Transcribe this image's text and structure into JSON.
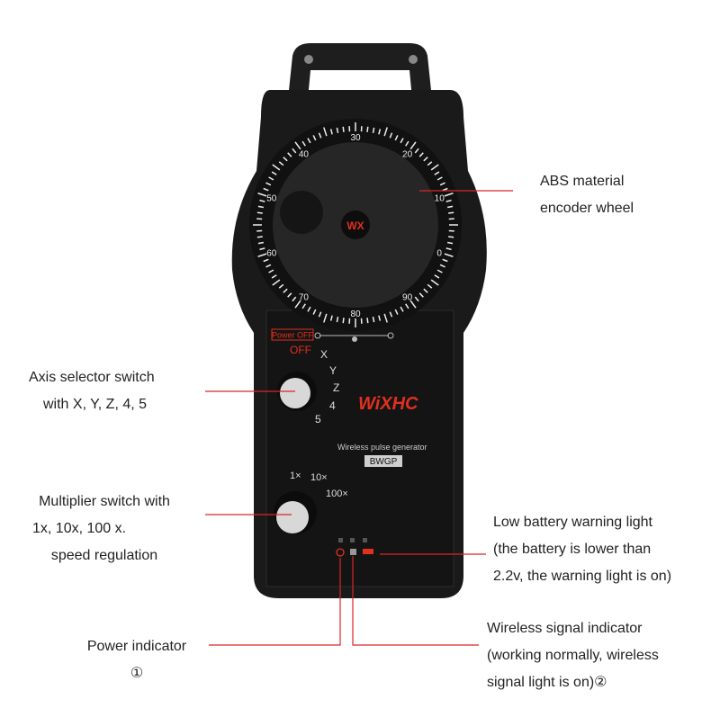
{
  "callouts": {
    "encoder": {
      "line1": "ABS material",
      "line2": "encoder wheel"
    },
    "axis": {
      "line1": "Axis selector switch",
      "line2": "with X, Y, Z, 4, 5"
    },
    "multiplier": {
      "line1": "Multiplier switch with",
      "line2": "1x, 10x, 100 x.",
      "line3": "speed regulation"
    },
    "battery": {
      "line1": "Low battery warning light",
      "line2": "(the battery is lower than",
      "line3": "2.2v, the warning light is on)"
    },
    "signal": {
      "line1": "Wireless signal indicator",
      "line2": "(working normally, wireless",
      "line3": "signal light is on)②"
    },
    "power": {
      "line1": "Power indicator",
      "line2": "①"
    }
  },
  "device": {
    "brand": "WiXHC",
    "brand_hc": "HC",
    "power_off_badge": "Power OFF",
    "off_label": "OFF",
    "axis_positions": [
      "X",
      "Y",
      "Z",
      "4",
      "5"
    ],
    "multiplier_positions": [
      "1×",
      "10×",
      "100×"
    ],
    "product_name": "Wireless pulse generator",
    "model": "BWGP",
    "dial_numbers": [
      "0",
      "10",
      "20",
      "30",
      "40",
      "50",
      "60",
      "70",
      "80",
      "90"
    ]
  },
  "colors": {
    "accent": "#e0301e",
    "body": "#1a1a1a",
    "line": "#d9262b"
  }
}
